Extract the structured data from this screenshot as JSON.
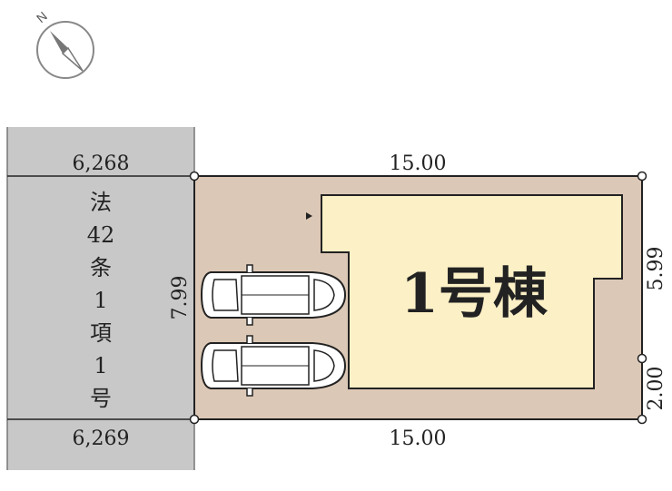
{
  "compass": {
    "north_label": "N"
  },
  "road": {
    "label_lines": [
      "法",
      "42",
      "条",
      "1",
      "項",
      "1",
      "号"
    ],
    "width_top": "6,268",
    "width_bottom": "6,269"
  },
  "lot": {
    "frontage": "7.99",
    "top_edge": "15.00",
    "bottom_edge": "15.00",
    "right_upper": "5.99",
    "right_lower": "2.00"
  },
  "building": {
    "label": "1号棟"
  },
  "parking": {
    "cars": 2
  },
  "colors": {
    "road": "#c8c8c8",
    "lot": "#dcc8b6",
    "building": "#fcf0c6",
    "outline": "#222222"
  }
}
